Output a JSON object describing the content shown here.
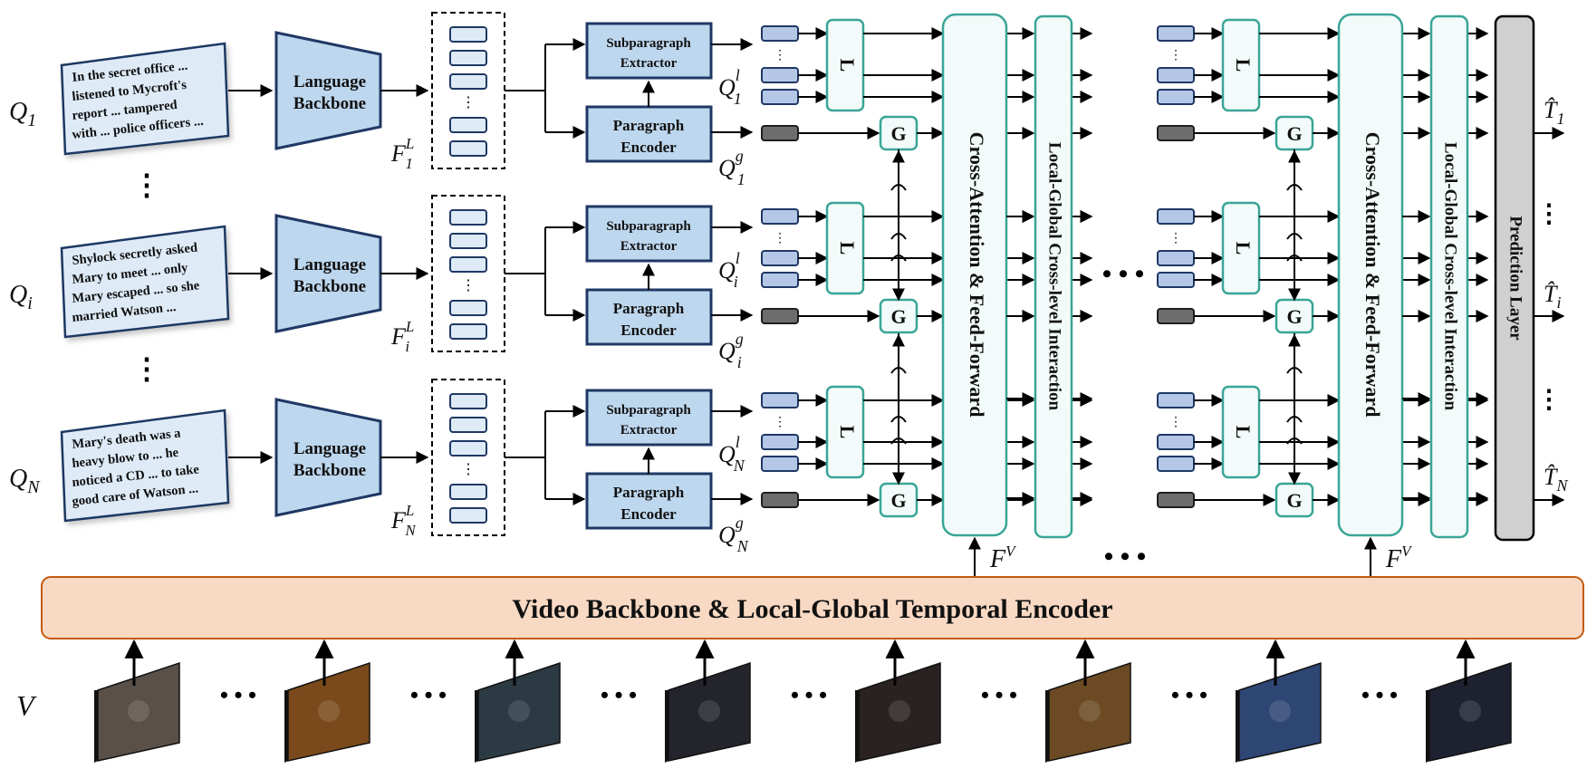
{
  "queries": [
    {
      "label": "Q",
      "sub": "1",
      "text_lines": [
        "In the secret office ...",
        "listened to Mycroft's",
        "report ... tampered",
        "with ... police officers ..."
      ],
      "feature_label": "F",
      "feature_sub": "1",
      "feature_sup": "L",
      "ql_sub": "1",
      "qg_sub": "1",
      "pred_sub": "1"
    },
    {
      "label": "Q",
      "sub": "i",
      "text_lines": [
        "Shylock secretly asked",
        "Mary to meet ... only",
        "Mary escaped ... so she",
        "married Watson ..."
      ],
      "feature_label": "F",
      "feature_sub": "i",
      "feature_sup": "L",
      "ql_sub": "i",
      "qg_sub": "i",
      "pred_sub": "i"
    },
    {
      "label": "Q",
      "sub": "N",
      "text_lines": [
        "Mary's death was a",
        "heavy blow to ... he",
        "noticed a CD ... to take",
        "good care of Watson ..."
      ],
      "feature_label": "F",
      "feature_sub": "N",
      "feature_sup": "L",
      "ql_sub": "N",
      "qg_sub": "N",
      "pred_sub": "N"
    }
  ],
  "labels": {
    "language_backbone_line1": "Language",
    "language_backbone_line2": "Backbone",
    "subparagraph_line1": "Subparagraph",
    "subparagraph_line2": "Extractor",
    "paragraph_line1": "Paragraph",
    "paragraph_line2": "Encoder",
    "local_block": "L",
    "global_block": "G",
    "cross_attention": "Cross-Attention & Feed-Forward",
    "local_global_interaction": "Local-Global Cross-level Interaction",
    "prediction_layer": "Prediction Layer",
    "video_encoder": "Video Backbone & Local-Global Temporal Encoder",
    "video_feature": "F",
    "video_feature_sup": "V",
    "video_input": "V",
    "query_ql": "Q",
    "query_ql_sup": "l",
    "query_qg": "Q",
    "query_qg_sup": "g",
    "prediction": "T̂",
    "ellipsis_h": "• • •",
    "ellipsis_v": "⋮"
  },
  "colors": {
    "blue_fill": "#bdd7ee",
    "blue_stroke": "#1f3864",
    "light_blue_fill": "#deebf7",
    "token_light": "#b4c7e7",
    "token_dark": "#6d6d6d",
    "teal_stroke": "#3aa596",
    "teal_fill": "#f2fbf9",
    "encoder_fill": "#f8d9c3",
    "encoder_stroke": "#c55a11",
    "prediction_fill": "#d0d0d0"
  }
}
